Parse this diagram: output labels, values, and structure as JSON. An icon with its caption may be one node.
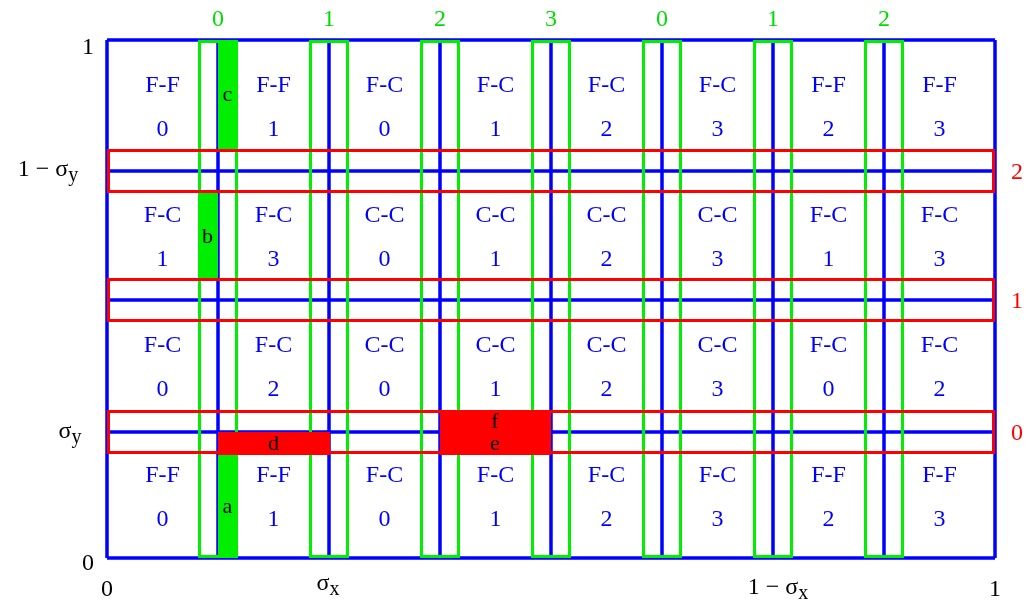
{
  "diagram": {
    "nodes": [
      {
        "text": [
          "0"
        ]
      },
      {
        "text": [
          "1"
        ]
      },
      {
        "text": [
          "2"
        ]
      },
      {
        "text": [
          "3"
        ]
      },
      {
        "text": [
          "0"
        ]
      },
      {
        "text": [
          "1"
        ]
      },
      {
        "text": [
          "2"
        ]
      },
      {
        "text": [
          "2"
        ]
      },
      {
        "text": [
          "1"
        ]
      },
      {
        "text": [
          "0"
        ]
      },
      {
        "text": [
          "c"
        ],
        "in": 0
      },
      {
        "text": [
          "b"
        ],
        "in": 0
      },
      {
        "text": [
          "f"
        ],
        "in": 9
      },
      {
        "text": [
          "d"
        ],
        "in": 9
      },
      {
        "text": [
          "e"
        ],
        "in": 9
      },
      {
        "text": [
          "a"
        ],
        "in": 0
      }
    ],
    "edges": [],
    "labels": [
      "1",
      "F-F 0",
      "F-F 1",
      "F-C 0",
      "F-C 1",
      "F-C 2",
      "F-C 3",
      "F-F 2",
      "F-F 3",
      "1 − σ$_{y}$",
      "F-C 1",
      "F-C 3",
      "C-C 0",
      "C-C 1",
      "C-C 2",
      "C-C 3",
      "F-C 1",
      "F-C 3",
      "F-C 0",
      "F-C 2",
      "C-C 0",
      "C-C 1",
      "C-C 2",
      "C-C 3",
      "F-C 0",
      "F-C 2",
      "σ$_{y}$",
      "F-F 0",
      "F-F 1",
      "F-C 0",
      "F-C 1",
      "F-C 2",
      "F-C 3",
      "F-F 2",
      "F-F 3",
      "0",
      "0",
      "σ$_{x}$",
      "1 − σ$_{x}$",
      "1"
    ]
  }
}
